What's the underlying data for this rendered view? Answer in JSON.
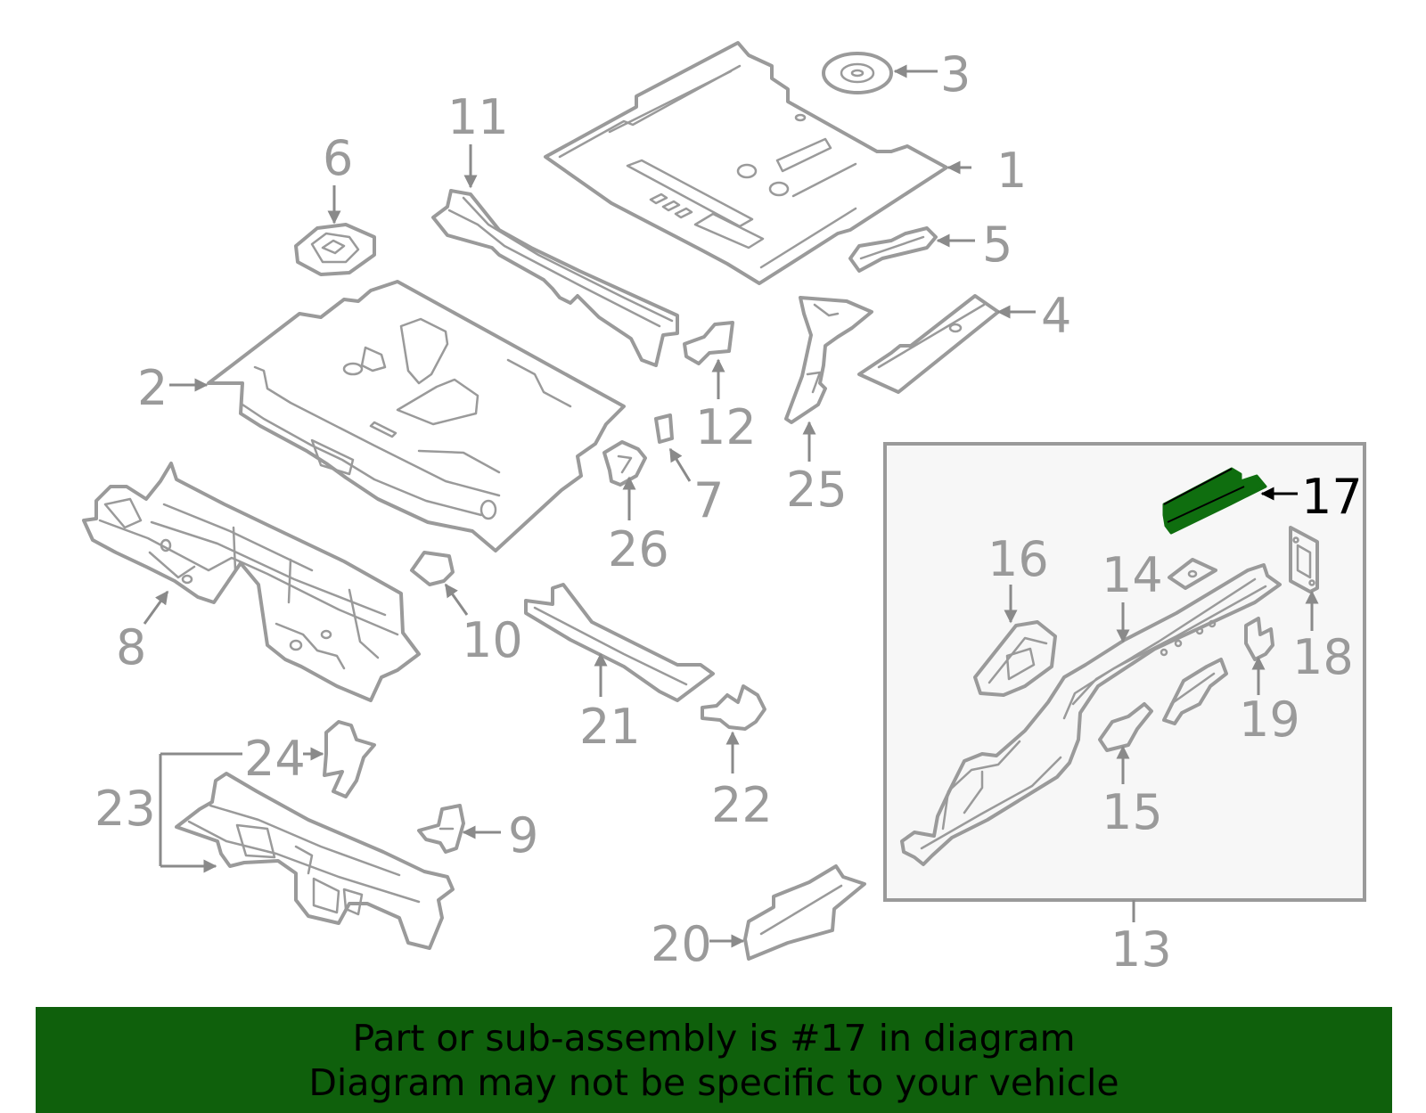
{
  "callouts": {
    "c1": "1",
    "c2": "2",
    "c3": "3",
    "c4": "4",
    "c5": "5",
    "c6": "6",
    "c7": "7",
    "c8": "8",
    "c9": "9",
    "c10": "10",
    "c11": "11",
    "c12": "12",
    "c13": "13",
    "c14": "14",
    "c15": "15",
    "c16": "16",
    "c17": "17",
    "c18": "18",
    "c19": "19",
    "c20": "20",
    "c21": "21",
    "c22": "22",
    "c23": "23",
    "c24": "24",
    "c25": "25",
    "c26": "26"
  },
  "highlight_color": "#0f6e0f",
  "banner": {
    "line1": "Part or sub-assembly is #17 in diagram",
    "line2": "Diagram may not be specific to your vehicle",
    "background": "#0f600c"
  }
}
